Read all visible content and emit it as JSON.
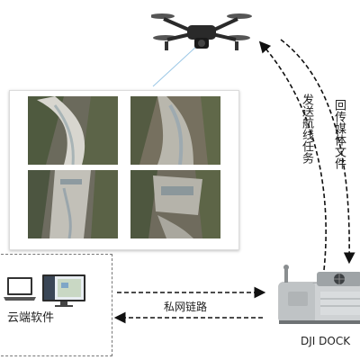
{
  "labels": {
    "cloud_software": "云端软件",
    "private_link": "私网链路",
    "send_route_task": "发送航线任务",
    "return_media_files": "回传媒体文件",
    "dock_name": "DJI DOCK"
  },
  "photos": [
    {
      "name": "valley-photo-1"
    },
    {
      "name": "valley-photo-2"
    },
    {
      "name": "valley-photo-3"
    },
    {
      "name": "valley-photo-4"
    }
  ],
  "colors": {
    "arrow": "#111111",
    "dashed_border": "#777777",
    "connector_line": "#9cc8e6",
    "drone_body": "#2a2a2a",
    "dock_body": "#cfd2d4"
  }
}
